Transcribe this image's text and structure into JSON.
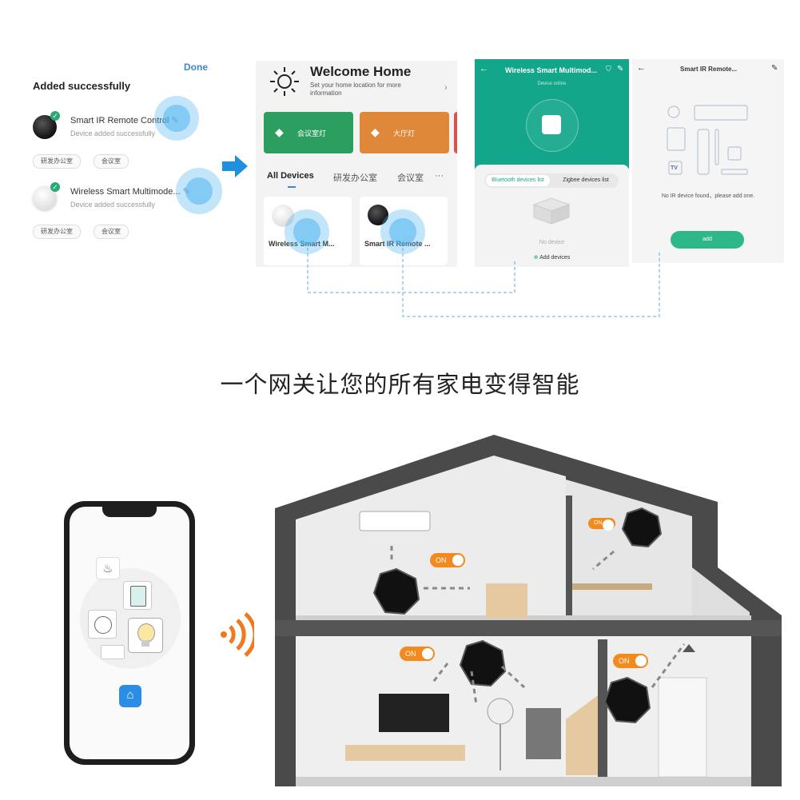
{
  "left_panel": {
    "done_label": "Done",
    "title": "Added successfully",
    "devices": [
      {
        "name": "Smart IR Remote Control",
        "status": "Device added successfully",
        "chips": [
          "研发办公室",
          "会议室"
        ]
      },
      {
        "name": "Wireless Smart Multimode...",
        "status": "Device added successfully",
        "chips": [
          "研发办公室",
          "会议室"
        ]
      }
    ]
  },
  "home_screen": {
    "title": "Welcome Home",
    "subtitle": "Set your home location for more information",
    "tiles": [
      "会议室灯",
      "大厅灯"
    ],
    "tabs": [
      "All Devices",
      "研发办公室",
      "会议室",
      "···"
    ],
    "cards": [
      "Wireless Smart M...",
      "Smart IR Remote ..."
    ]
  },
  "gateway_screen": {
    "title": "Wireless Smart Multimod...",
    "online": "Device online",
    "tabs": [
      "Bluetooth devices list",
      "Zigbee devices list"
    ],
    "empty": "No device",
    "add": "Add devices"
  },
  "ir_screen": {
    "title": "Smart IR Remote...",
    "tv_label": "TV",
    "message": "No IR device found，please add one.",
    "add_label": "add"
  },
  "headline": "一个网关让您的所有家电变得智能",
  "switch_label": "ON",
  "colors": {
    "teal": "#13a68a",
    "green_tile": "#2c9e5e",
    "orange_tile": "#e0883a",
    "switch": "#f28a1e",
    "touch": "#50b4f0",
    "accent": "#3d86d4"
  }
}
